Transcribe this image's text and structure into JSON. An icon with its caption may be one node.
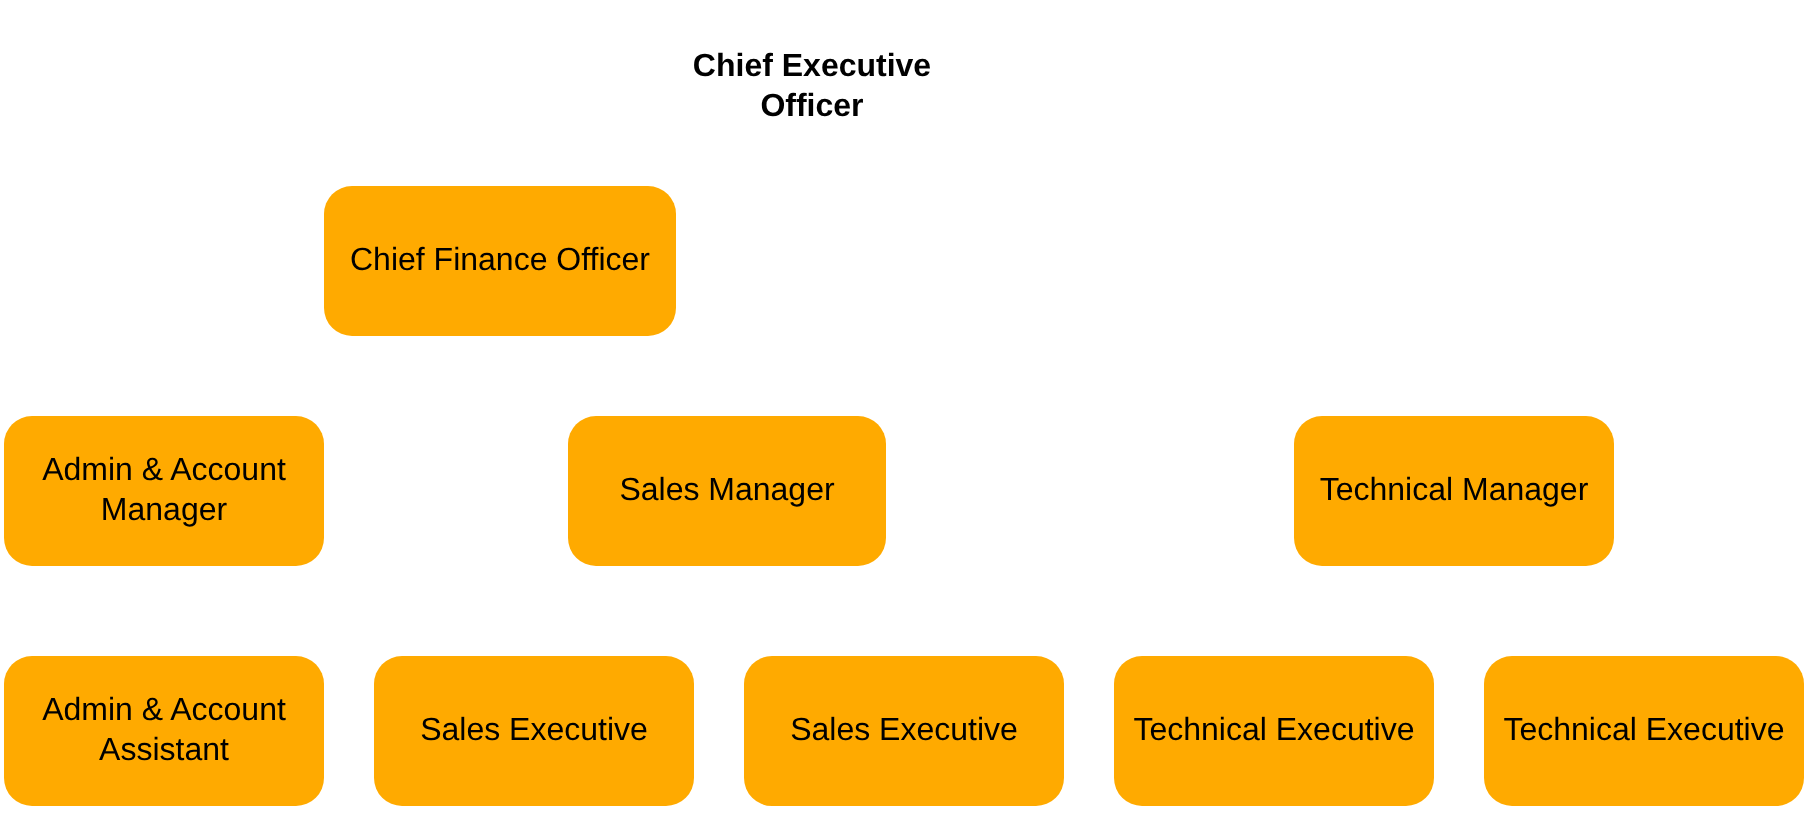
{
  "diagram": {
    "nodes": [
      {
        "text": [
          "Chief Executive Officer"
        ]
      },
      {
        "text": [
          "Chief Finance Officer"
        ]
      },
      {
        "text": [
          "Admin & Account Manager"
        ]
      },
      {
        "text": [
          "Sales Manager"
        ]
      },
      {
        "text": [
          "Technical Manager"
        ]
      },
      {
        "text": [
          "Admin & Account Assistant"
        ]
      },
      {
        "text": [
          "Sales Executive"
        ]
      },
      {
        "text": [
          "Sales Executive"
        ]
      },
      {
        "text": [
          "Technical Executive"
        ]
      },
      {
        "text": [
          "Technical Executive"
        ]
      }
    ]
  }
}
